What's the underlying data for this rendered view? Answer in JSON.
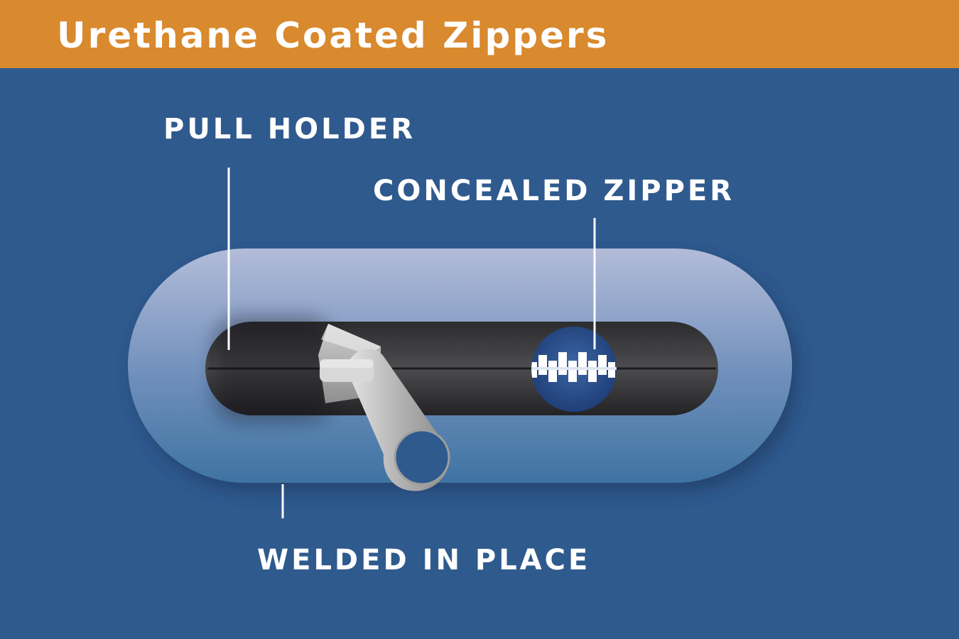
{
  "header": {
    "title": "Urethane Coated Zippers",
    "background_color": "#d9892e"
  },
  "background_color": "#2f5a8e",
  "callouts": {
    "pull_holder": "PULL HOLDER",
    "concealed_zipper": "CONCEALED ZIPPER",
    "welded_in_place": "WELDED IN PLACE"
  }
}
